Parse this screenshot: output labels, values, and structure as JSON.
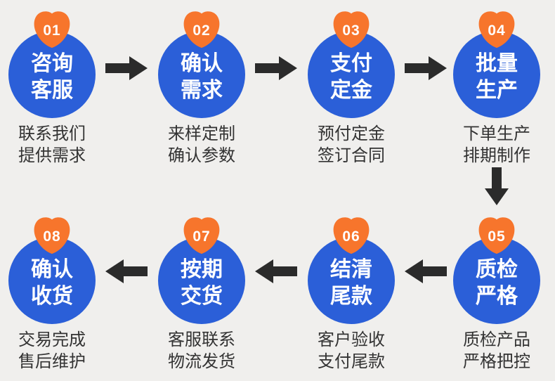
{
  "title": "order-process-flow",
  "colors": {
    "background": "#F0EFED",
    "circle_blue": "#2B5FD8",
    "badge_orange": "#F7752C",
    "arrow_dark": "#2B2B2B",
    "desc_text": "#333333",
    "circle_text": "#FFFFFF",
    "badge_text": "#FFFFFF"
  },
  "steps": [
    {
      "number": "01",
      "title_line1": "咨询",
      "title_line2": "客服",
      "desc_line1": "联系我们",
      "desc_line2": "提供需求"
    },
    {
      "number": "02",
      "title_line1": "确认",
      "title_line2": "需求",
      "desc_line1": "来样定制",
      "desc_line2": "确认参数"
    },
    {
      "number": "03",
      "title_line1": "支付",
      "title_line2": "定金",
      "desc_line1": "预付定金",
      "desc_line2": "签订合同"
    },
    {
      "number": "04",
      "title_line1": "批量",
      "title_line2": "生产",
      "desc_line1": "下单生产",
      "desc_line2": "排期制作"
    },
    {
      "number": "05",
      "title_line1": "质检",
      "title_line2": "严格",
      "desc_line1": "质检产品",
      "desc_line2": "严格把控"
    },
    {
      "number": "06",
      "title_line1": "结清",
      "title_line2": "尾款",
      "desc_line1": "客户验收",
      "desc_line2": "支付尾款"
    },
    {
      "number": "07",
      "title_line1": "按期",
      "title_line2": "交货",
      "desc_line1": "客服联系",
      "desc_line2": "物流发货"
    },
    {
      "number": "08",
      "title_line1": "确认",
      "title_line2": "收货",
      "desc_line1": "交易完成",
      "desc_line2": "售后维护"
    }
  ],
  "flow": {
    "top_row_order": [
      "01",
      "02",
      "03",
      "04"
    ],
    "bottom_row_order": [
      "08",
      "07",
      "06",
      "05"
    ],
    "connections": [
      "01→02",
      "02→03",
      "03→04",
      "04↓05",
      "05→06",
      "06→07",
      "07→08"
    ]
  }
}
